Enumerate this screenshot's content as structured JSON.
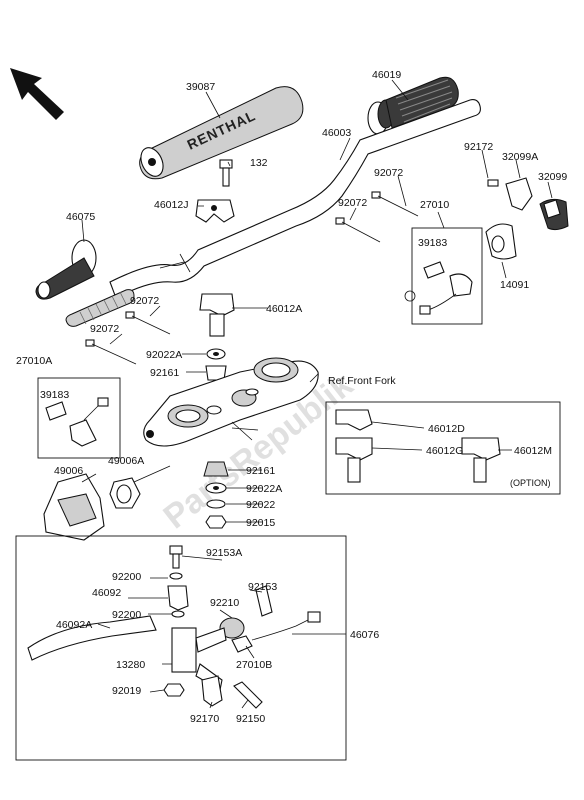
{
  "watermark": "PartsRepublik",
  "parts": {
    "p39087": "39087",
    "p46019": "46019",
    "p46003": "46003",
    "p132": "132",
    "p46012J": "46012J",
    "p92172": "92172",
    "p32099A": "32099A",
    "p32099": "32099",
    "p92072a": "92072",
    "p92072b": "92072",
    "p27010": "27010",
    "p46075": "46075",
    "p39183a": "39183",
    "p14091": "14091",
    "p92072c": "92072",
    "p46012A": "46012A",
    "p92072d": "92072",
    "p92022A_top": "92022A",
    "p27010A": "27010A",
    "p92161_top": "92161",
    "p39183b": "39183",
    "p49006": "49006",
    "p49006A": "49006A",
    "p92161_bot": "92161",
    "p92022A_bot": "92022A",
    "p92022": "92022",
    "p92015": "92015",
    "p46012D": "46012D",
    "p46012G": "46012G",
    "p46012M": "46012M",
    "p92153A": "92153A",
    "p92200a": "92200",
    "p46092": "46092",
    "p92200b": "92200",
    "p92153": "92153",
    "p92210": "92210",
    "p46092A": "46092A",
    "p46076": "46076",
    "p13280": "13280",
    "p27010B": "27010B",
    "p92019": "92019",
    "p92170": "92170",
    "p92150": "92150"
  },
  "ref_front_fork": "Ref.Front Fork",
  "option_label": "(OPTION)",
  "grip_brand": "RENTHAL"
}
